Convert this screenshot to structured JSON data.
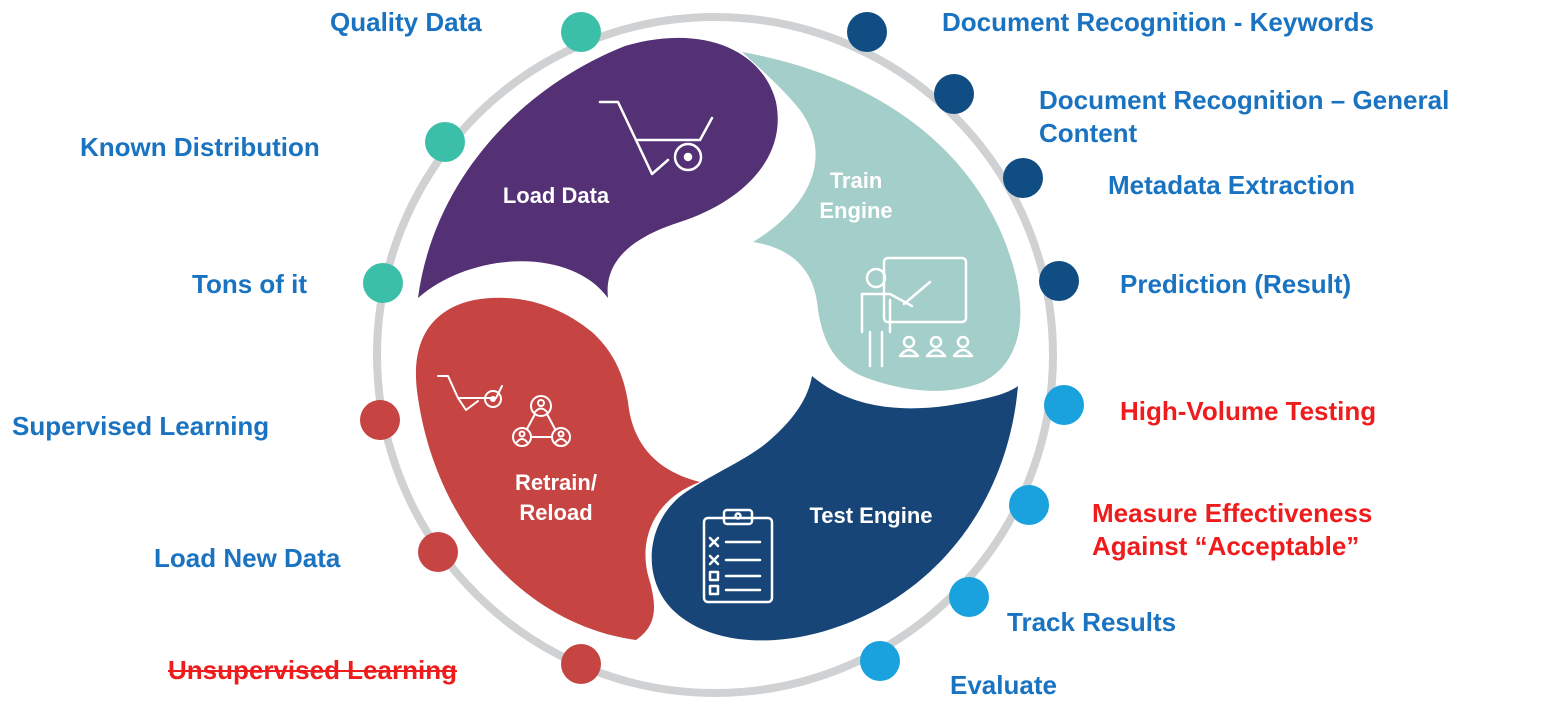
{
  "colors": {
    "load_data": "#543074",
    "train_engine": "#a4cec9",
    "test_engine": "#174578",
    "retrain": "#c64543",
    "dot_teal": "#3bbfa9",
    "dot_navy": "#0f4d83",
    "dot_lightblue": "#1aa2de",
    "dot_red": "#c64543",
    "ring": "#cfd1d3",
    "label_blue": "#1a73c1",
    "label_red": "#ee1c1c"
  },
  "stages": {
    "load_data": "Load Data",
    "train_engine": "Train Engine",
    "test_engine": "Test Engine",
    "retrain": "Retrain/ Reload"
  },
  "icons": {
    "load_data": "wheelbarrow-icon",
    "train_engine": "presentation-teacher-icon",
    "test_engine": "clipboard-checklist-icon",
    "retrain": "wheelbarrow-network-icon"
  },
  "labels": {
    "quality_data": "Quality Data",
    "known_distribution": "Known Distribution",
    "tons_of_it": "Tons of it",
    "doc_recognition_keywords": "Document Recognition - Keywords",
    "doc_recognition_general": "Document Recognition – General Content",
    "metadata_extraction": "Metadata Extraction",
    "prediction": "Prediction (Result)",
    "high_volume_testing": "High-Volume Testing",
    "measure_effectiveness": "Measure Effectiveness Against “Acceptable”",
    "track_results": "Track Results",
    "evaluate": "Evaluate",
    "supervised_learning": "Supervised Learning",
    "load_new_data": "Load New Data",
    "unsupervised_learning": "Unsupervised Learning"
  }
}
